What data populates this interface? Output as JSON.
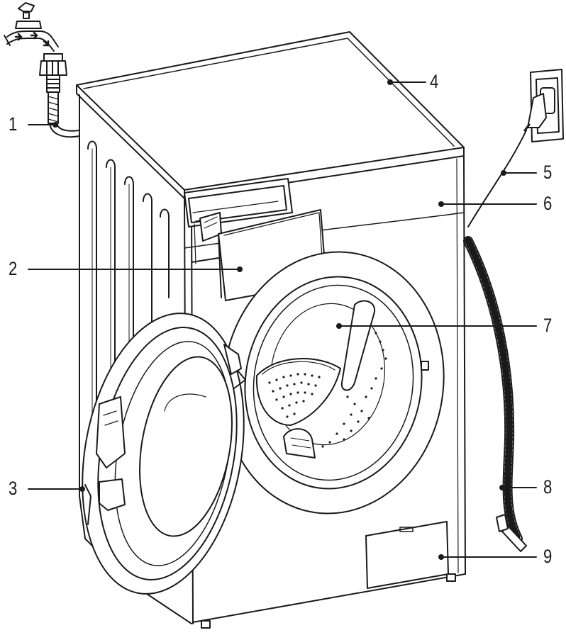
{
  "diagram": {
    "callouts": [
      {
        "id": "1",
        "label": "1"
      },
      {
        "id": "2",
        "label": "2"
      },
      {
        "id": "3",
        "label": "3"
      },
      {
        "id": "4",
        "label": "4"
      },
      {
        "id": "5",
        "label": "5"
      },
      {
        "id": "6",
        "label": "6"
      },
      {
        "id": "7",
        "label": "7"
      },
      {
        "id": "8",
        "label": "8"
      },
      {
        "id": "9",
        "label": "9"
      }
    ],
    "colors": {
      "stroke": "#1a1a1a",
      "background": "#ffffff"
    }
  }
}
